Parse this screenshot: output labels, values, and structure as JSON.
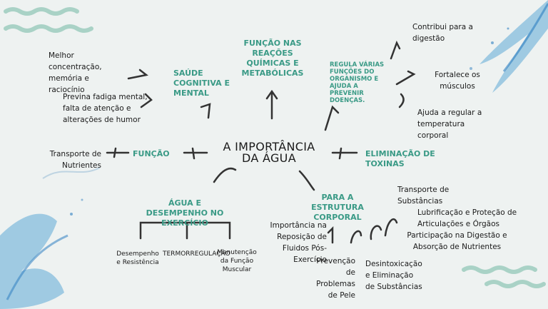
{
  "title": "A IMPORTÂNCIA DA ÁGUA",
  "branches": {
    "saude": "SAÚDE COGNITIVA E MENTAL",
    "quimicas": "FUNÇÃO NAS REAÇÕES QUÍMICAS E METABÓLICAS",
    "regula": "REGULA VÁRIAS FUNÇÕES DO ORGANISMO E AJUDA A PREVENIR DOENÇAS.",
    "funcao": "FUNÇÃO",
    "eliminacao": "ELIMINAÇÃO DE TOXINAS",
    "exercicio": "ÁGUA E DESEMPENHO NO EXERCÍCIO",
    "corporal": "PARA A ESTRUTURA CORPORAL"
  },
  "notes": {
    "melhor": "Melhor concentração, memória e raciocínio",
    "previna": "Previna fadiga mental, falta de atenção e alterações de humor",
    "transporte_nutrientes": "Transporte de Nutrientes",
    "digestao": "Contribui para a digestão",
    "musculos": "Fortalece os músculos",
    "temperatura": "Ajuda a regular a temperatura corporal",
    "transporte_substancias": "Transporte de Substâncias",
    "lubrificacao": "Lubrificação e Proteção de Articulações e Órgãos",
    "participacao": "Participação na Digestão e Absorção de Nutrientes",
    "desintoxicacao": "Desintoxicação e Eliminação de Substâncias",
    "prevencao": "Prevenção de Problemas de Pele",
    "reposicao": "Importância na Reposição de Fluidos Pós-Exercício",
    "desempenho": "Desempenho e Resistência",
    "termorregulacao": "TERMORREGULAÇÃO",
    "manutencao": "Manutenção da Função Muscular"
  },
  "colors": {
    "accent": "#3a9a86",
    "arrow": "#333333",
    "wave": "#a9d2c6"
  }
}
